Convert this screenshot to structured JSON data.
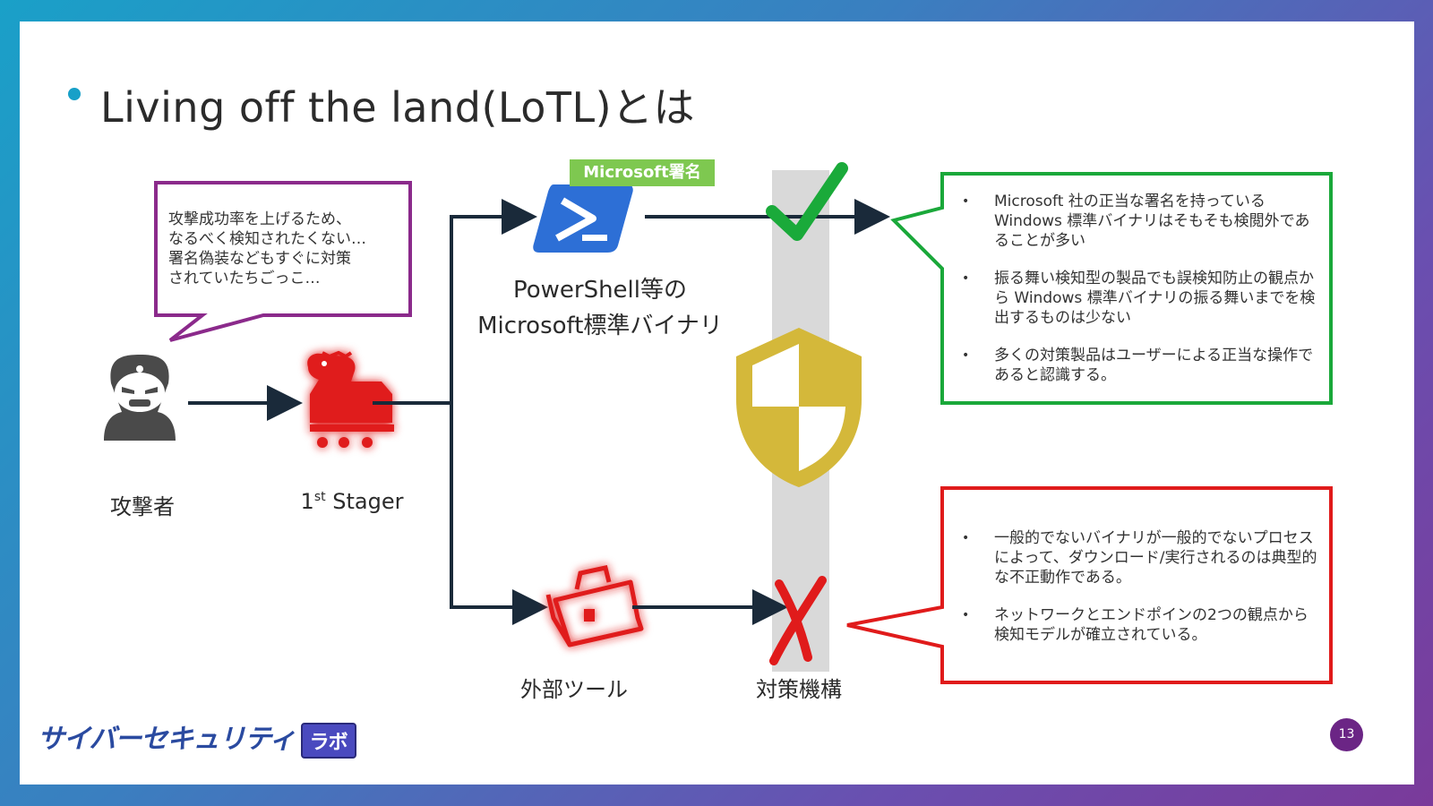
{
  "title": "Living off the land(LoTL)とは",
  "speech": {
    "lines": [
      "攻撃成功率を上げるため、",
      "なるべく検知されたくない…",
      "署名偽装などもすぐに対策",
      "されていたちごっこ…"
    ]
  },
  "nodes": {
    "attacker": "攻撃者",
    "stager_prefix": "1",
    "stager_sup": "st",
    "stager_suffix": " Stager",
    "ms_badge": "Microsoft署名",
    "powershell_line1": "PowerShell等の",
    "powershell_line2": "Microsoft標準バイナリ",
    "external_tool": "外部ツール",
    "countermeasure": "対策機構"
  },
  "green_box": {
    "items": [
      "Microsoft 社の正当な署名を持っている Windows 標準バイナリはそもそも検閲外であることが多い",
      "振る舞い検知型の製品でも誤検知防止の観点から Windows 標準バイナリの振る舞いまでを検出するものは少ない",
      "多くの対策製品はユーザーによる正当な操作であると認識する。"
    ]
  },
  "red_box": {
    "items": [
      "一般的でないバイナリが一般的でないプロセスによって、ダウンロード/実行されるのは典型的な不正動作である。",
      "ネットワークとエンドポインの2つの観点から検知モデルが確立されている。"
    ]
  },
  "footer": {
    "logo_text": "サイバーセキュリティ",
    "logo_tag": "ラボ",
    "page_number": "13"
  },
  "colors": {
    "purple_box": "#8b2a8b",
    "green_box": "#1aa83a",
    "red_box": "#e01b1b",
    "arrow": "#1a2a3a",
    "check": "#1aaa3a",
    "cross": "#e01b1b",
    "shield": "#d4b83a",
    "pillar": "#d9d9d9"
  }
}
